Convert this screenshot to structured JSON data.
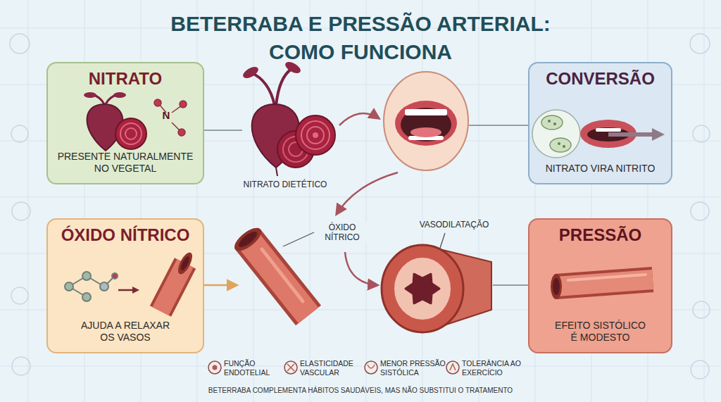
{
  "diagram": {
    "title": "BETERRABA E PRESSÃO ARTERIAL: COMO FUNCIONA",
    "caption": "BETERRABA COMPLEMENTA HÁBITOS SAUDÁVEIS, MAS NÃO SUBSTITUI O TRATAMENTO",
    "nodes": [
      {
        "text": [
          "NITRATO",
          "PRESENTE NATURALMENTE NO VEGETAL"
        ]
      },
      {
        "text": [
          "CONVERSÃO",
          "NITRATO VIRA NITRITO"
        ]
      },
      {
        "text": [
          "ÓXIDO NÍTRICO",
          "AJUDA A RELAXAR OS VASOS"
        ]
      },
      {
        "text": [
          "PRESSÃO",
          "EFEITO SISTÓLICO É MODESTO"
        ]
      }
    ],
    "labels": [
      "N",
      "NITRATO DIETÉTICO",
      "ÓXIDO NÍTRICO",
      "VASODILATAÇÃO",
      "FUNÇÃO ENDOTELIAL",
      "ELASTICIDADE VASCULAR",
      "MENOR PRESSÃO SISTÓLICA",
      "TOLERÂNCIA AO EXERCÍCIO"
    ]
  }
}
